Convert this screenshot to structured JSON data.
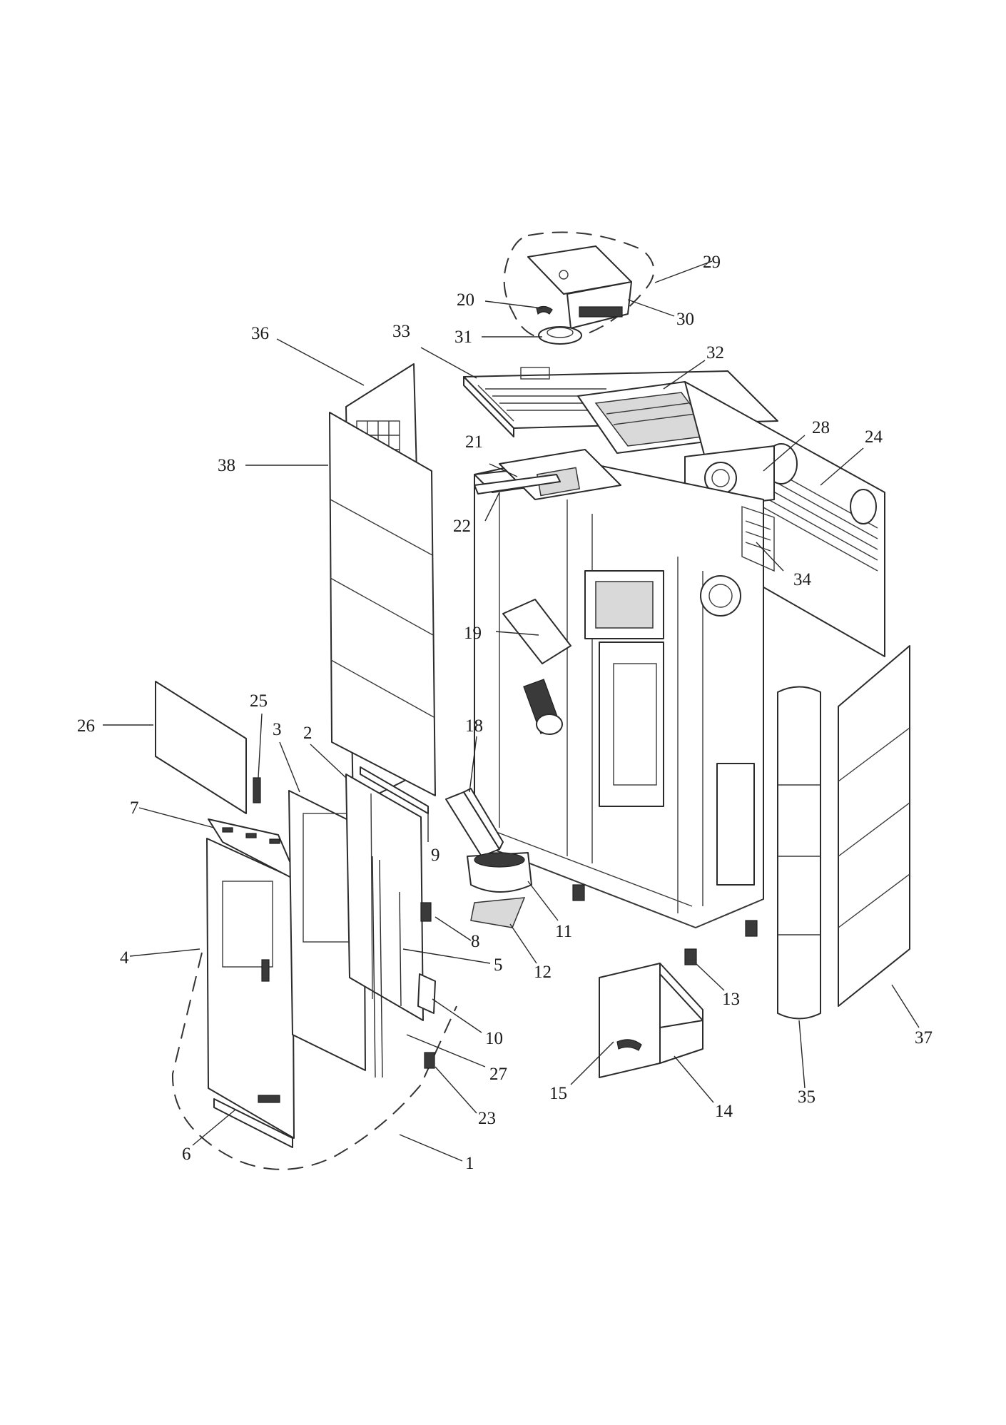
{
  "callouts": {
    "c1": "1",
    "c2": "2",
    "c3": "3",
    "c4": "4",
    "c5": "5",
    "c6": "6",
    "c7": "7",
    "c8": "8",
    "c9": "9",
    "c10": "10",
    "c11": "11",
    "c12": "12",
    "c13": "13",
    "c14": "14",
    "c15": "15",
    "c18": "18",
    "c19": "19",
    "c20": "20",
    "c21": "21",
    "c22": "22",
    "c23": "23",
    "c24": "24",
    "c25": "25",
    "c26": "26",
    "c27": "27",
    "c28": "28",
    "c29": "29",
    "c30": "30",
    "c31": "31",
    "c32": "32",
    "c33": "33",
    "c34": "34",
    "c35": "35",
    "c36": "36",
    "c37": "37",
    "c38": "38"
  },
  "colors": {
    "line": "#2b2b2b",
    "background": "#ffffff",
    "shade": "#3a3a3a"
  }
}
